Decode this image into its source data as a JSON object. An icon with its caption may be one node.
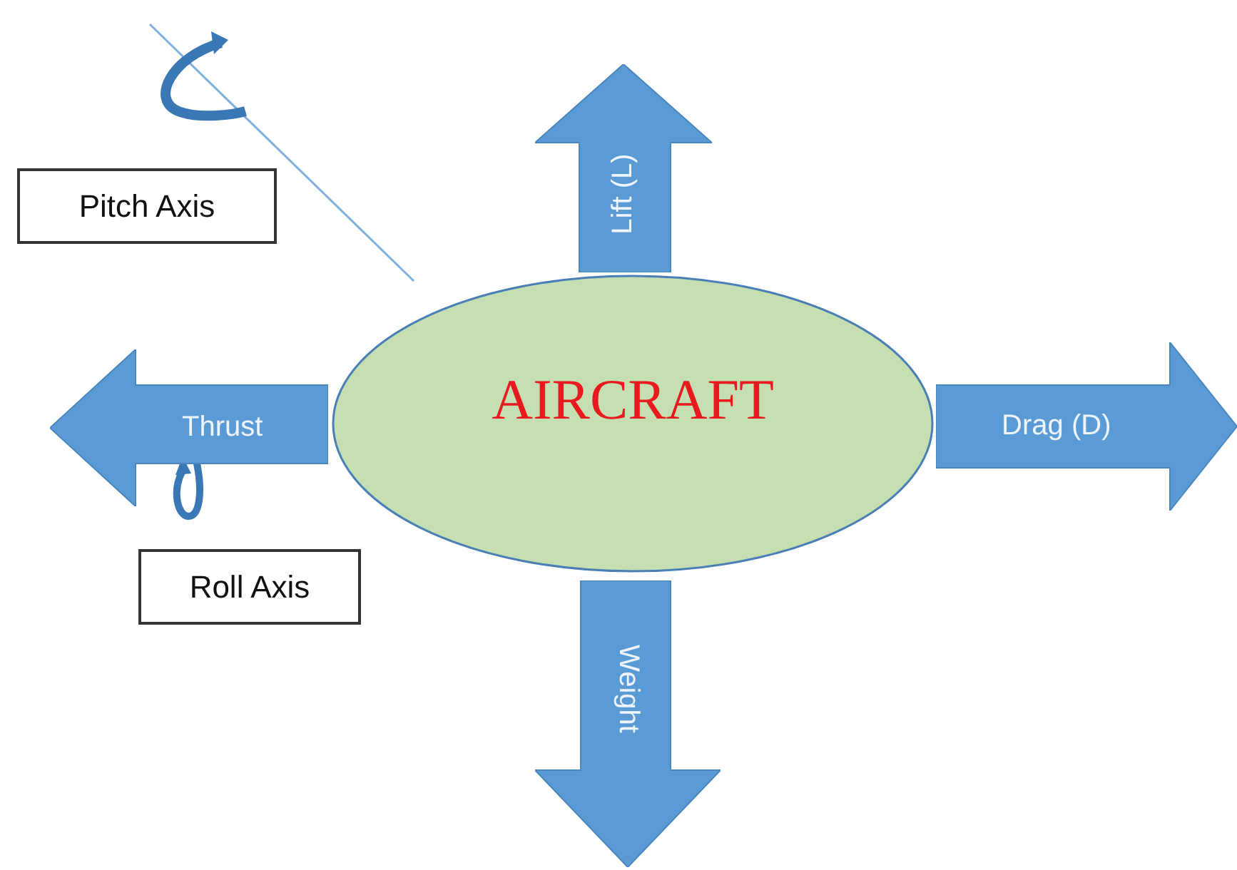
{
  "diagram": {
    "nodes": [
      {
        "text": [
          "AIRCRAFT"
        ]
      },
      {
        "text": [
          "Lift (L)"
        ]
      },
      {
        "text": [
          "Thrust"
        ]
      },
      {
        "text": [
          "Drag (D)"
        ]
      },
      {
        "text": [
          "Weight"
        ]
      },
      {
        "text": [
          "Pitch Axis"
        ]
      },
      {
        "text": [
          "Roll Axis"
        ]
      }
    ],
    "edges": []
  }
}
